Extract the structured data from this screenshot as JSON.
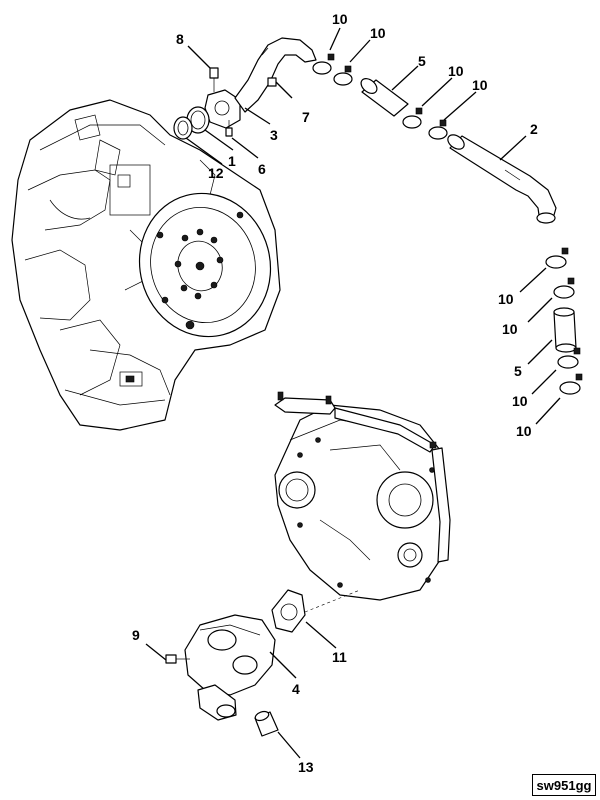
{
  "diagram": {
    "reference_code": "sw951gg",
    "callouts": [
      {
        "id": "c1",
        "label": "1"
      },
      {
        "id": "c2",
        "label": "2"
      },
      {
        "id": "c3",
        "label": "3"
      },
      {
        "id": "c4",
        "label": "4"
      },
      {
        "id": "c5a",
        "label": "5"
      },
      {
        "id": "c5b",
        "label": "5"
      },
      {
        "id": "c6",
        "label": "6"
      },
      {
        "id": "c7",
        "label": "7"
      },
      {
        "id": "c8",
        "label": "8"
      },
      {
        "id": "c9",
        "label": "9"
      },
      {
        "id": "c10a",
        "label": "10"
      },
      {
        "id": "c10b",
        "label": "10"
      },
      {
        "id": "c10c",
        "label": "10"
      },
      {
        "id": "c10d",
        "label": "10"
      },
      {
        "id": "c10e",
        "label": "10"
      },
      {
        "id": "c10f",
        "label": "10"
      },
      {
        "id": "c10g",
        "label": "10"
      },
      {
        "id": "c10h",
        "label": "10"
      },
      {
        "id": "c11",
        "label": "11"
      },
      {
        "id": "c12",
        "label": "12"
      },
      {
        "id": "c13",
        "label": "13"
      }
    ]
  }
}
